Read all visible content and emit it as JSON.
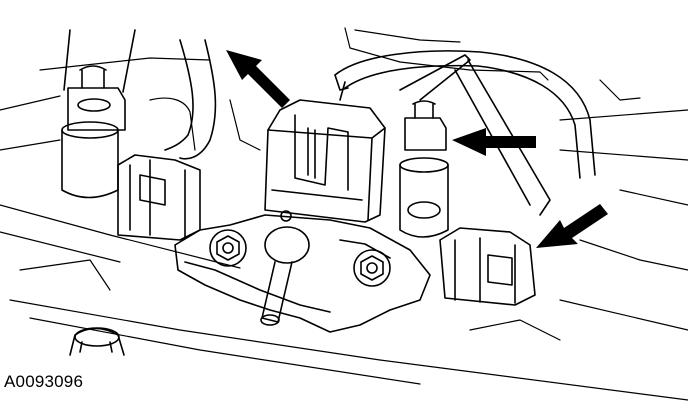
{
  "figure": {
    "id_label": "A0093096",
    "ink_color": "#000000",
    "paper_color": "#ffffff",
    "callouts": [
      "arrow-upper-left",
      "arrow-right",
      "arrow-lower-right"
    ]
  }
}
